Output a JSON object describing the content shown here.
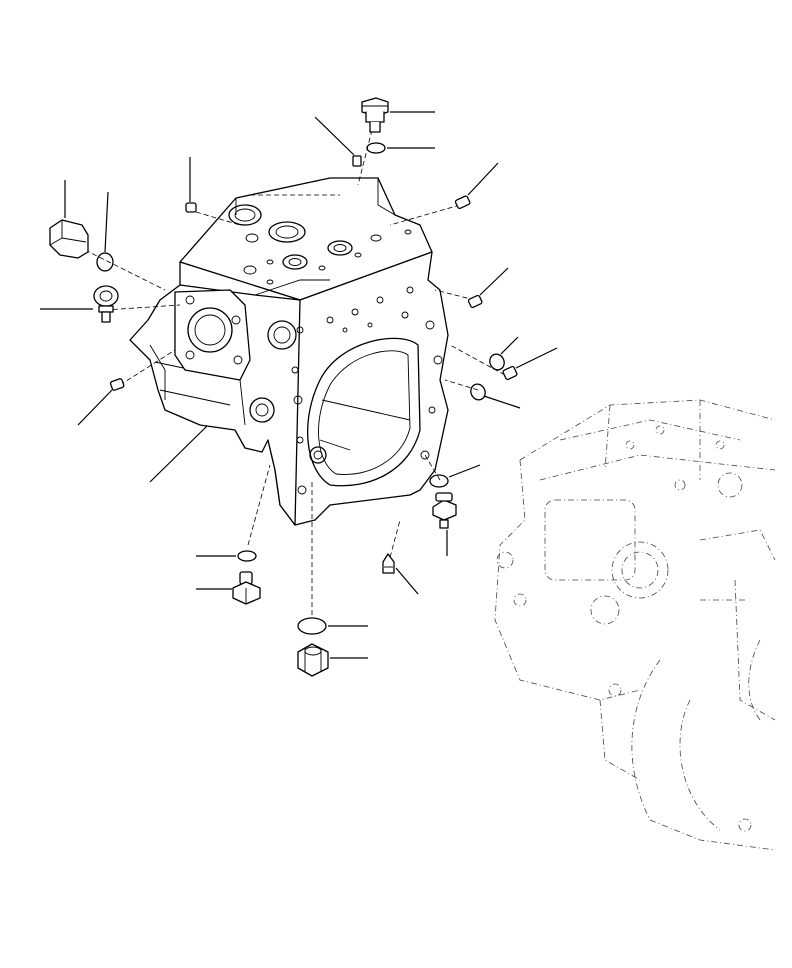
{
  "diagram": {
    "parts": [
      {
        "id": "pump-case"
      },
      {
        "id": "plug-large-top"
      },
      {
        "id": "o-ring-top"
      },
      {
        "id": "set-screw-top"
      },
      {
        "id": "plug-small-left"
      },
      {
        "id": "plug-cap-left"
      },
      {
        "id": "o-ring-left"
      },
      {
        "id": "eye-bolt"
      },
      {
        "id": "plug-small-lower-left"
      },
      {
        "id": "plug-small-right-top"
      },
      {
        "id": "plug-small-right-mid"
      },
      {
        "id": "o-ring-right-upper"
      },
      {
        "id": "plug-small-right-lower"
      },
      {
        "id": "o-ring-right-lower"
      },
      {
        "id": "o-ring-bottom-right"
      },
      {
        "id": "plug-bottom-right"
      },
      {
        "id": "o-ring-bottom-left"
      },
      {
        "id": "plug-bottom-left"
      },
      {
        "id": "plug-cone"
      },
      {
        "id": "o-ring-bottom-center"
      },
      {
        "id": "plug-bottom-center"
      }
    ]
  }
}
